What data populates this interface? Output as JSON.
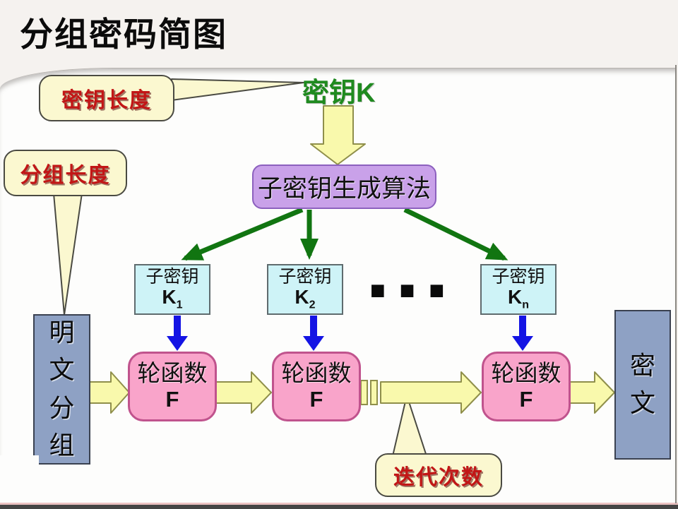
{
  "slide": {
    "title": "分组密码简图",
    "key_label": "密钥K",
    "subkey_generator": "子密钥生成算法",
    "callouts": {
      "key_length": "密钥长度",
      "block_length": "分组长度",
      "iterations": "迭代次数"
    },
    "subkeys": [
      {
        "line1": "子密钥",
        "k": "K",
        "sub": "1"
      },
      {
        "line1": "子密钥",
        "k": "K",
        "sub": "2"
      },
      {
        "line1": "子密钥",
        "k": "K",
        "sub": "n"
      }
    ],
    "ellipsis": "■■■",
    "round_functions": [
      {
        "line1": "轮函数",
        "line2": "F"
      },
      {
        "line1": "轮函数",
        "line2": "F"
      },
      {
        "line1": "轮函数",
        "line2": "F"
      }
    ],
    "plaintext_block": "明文分组",
    "ciphertext": "密文",
    "colors": {
      "callout_fill": "#FBF8D0",
      "callout_text_red": "#C21616",
      "key_text_green": "#1F8A1F",
      "purple_box_fill": "#C9A1E9",
      "purple_box_border": "#8C60BE",
      "cyan_box_fill": "#CEF3F7",
      "pink_box_fill": "#F9A4CA",
      "pink_box_border": "#C0538D",
      "slab_fill": "#8EA1C4",
      "yellow_arrow_fill": "#F9F9AC",
      "yellow_arrow_border": "#8F8F4B",
      "green_arrow": "#117511",
      "blue_arrow": "#1414E4"
    }
  }
}
